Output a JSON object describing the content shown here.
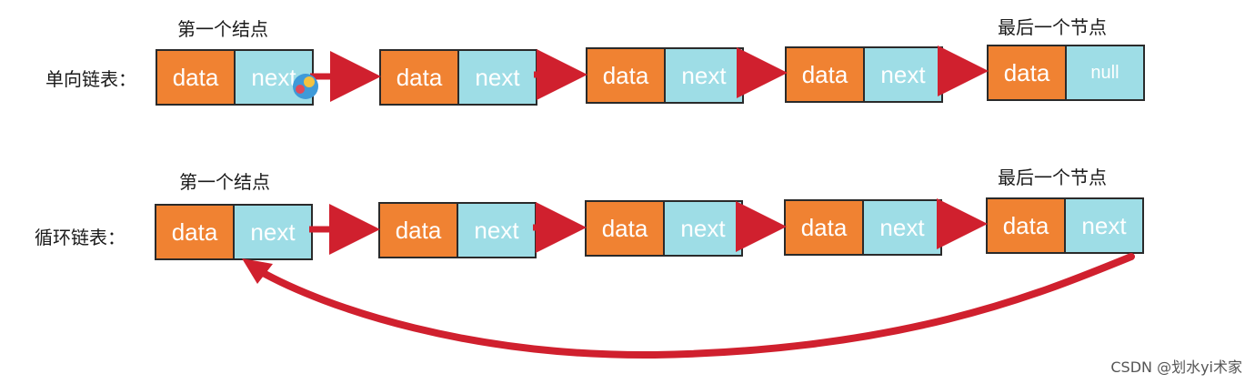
{
  "first_node_caption": "第一个结点",
  "last_node_caption": "最后一个节点",
  "singly": {
    "label": "单向链表：",
    "nodes": [
      {
        "data": "data",
        "next": "next"
      },
      {
        "data": "data",
        "next": "next"
      },
      {
        "data": "data",
        "next": "next"
      },
      {
        "data": "data",
        "next": "next"
      },
      {
        "data": "data",
        "next": "null"
      }
    ]
  },
  "circular": {
    "label": "循环链表：",
    "nodes": [
      {
        "data": "data",
        "next": "next"
      },
      {
        "data": "data",
        "next": "next"
      },
      {
        "data": "data",
        "next": "next"
      },
      {
        "data": "data",
        "next": "next"
      },
      {
        "data": "data",
        "next": "next"
      }
    ]
  },
  "colors": {
    "data_cell": "#f08232",
    "next_cell": "#9edde6",
    "arrow": "#d0202e"
  },
  "watermark": "CSDN @划水yi术家"
}
